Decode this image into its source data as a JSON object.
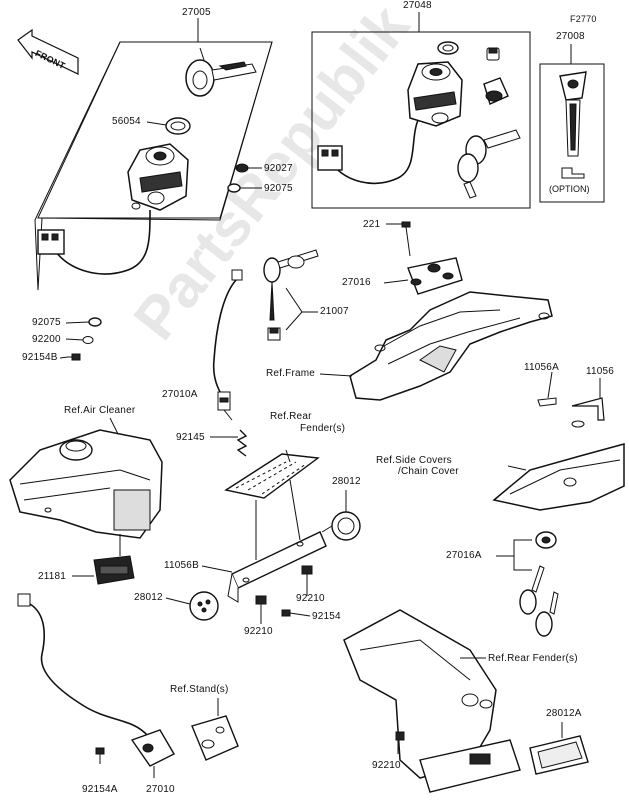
{
  "diagram": {
    "watermark": "PartsRepublik",
    "front_arrow_label": "FRONT",
    "option_label": "(OPTION)",
    "labels": {
      "p27005": "27005",
      "p27048": "27048",
      "pF2770": "F2770",
      "p27008": "27008",
      "p56054": "56054",
      "p92027": "92027",
      "p92075a": "92075",
      "p221": "221",
      "p27016": "27016",
      "p21007": "21007",
      "p92075b": "92075",
      "p92200": "92200",
      "p92154B": "92154B",
      "refFrame": "Ref.Frame",
      "p27010A": "27010A",
      "p11056A": "11056A",
      "p11056": "11056",
      "refAir": "Ref.Air Cleaner",
      "refRearFender1": "Ref.Rear",
      "refRearFender2": "Fender(s)",
      "p92145": "92145",
      "refSide1": "Ref.Side Covers",
      "refSide2": "/Chain Cover",
      "p28012a": "28012",
      "p21181": "21181",
      "p11056B": "11056B",
      "p27016A": "27016A",
      "p28012b": "28012",
      "p92210a": "92210",
      "p92210b": "92210",
      "p92154": "92154",
      "refRearFender3": "Ref.Rear Fender(s)",
      "refStand": "Ref.Stand(s)",
      "p28012A": "28012A",
      "p92210c": "92210",
      "p92154A": "92154A",
      "p27010": "27010"
    }
  }
}
